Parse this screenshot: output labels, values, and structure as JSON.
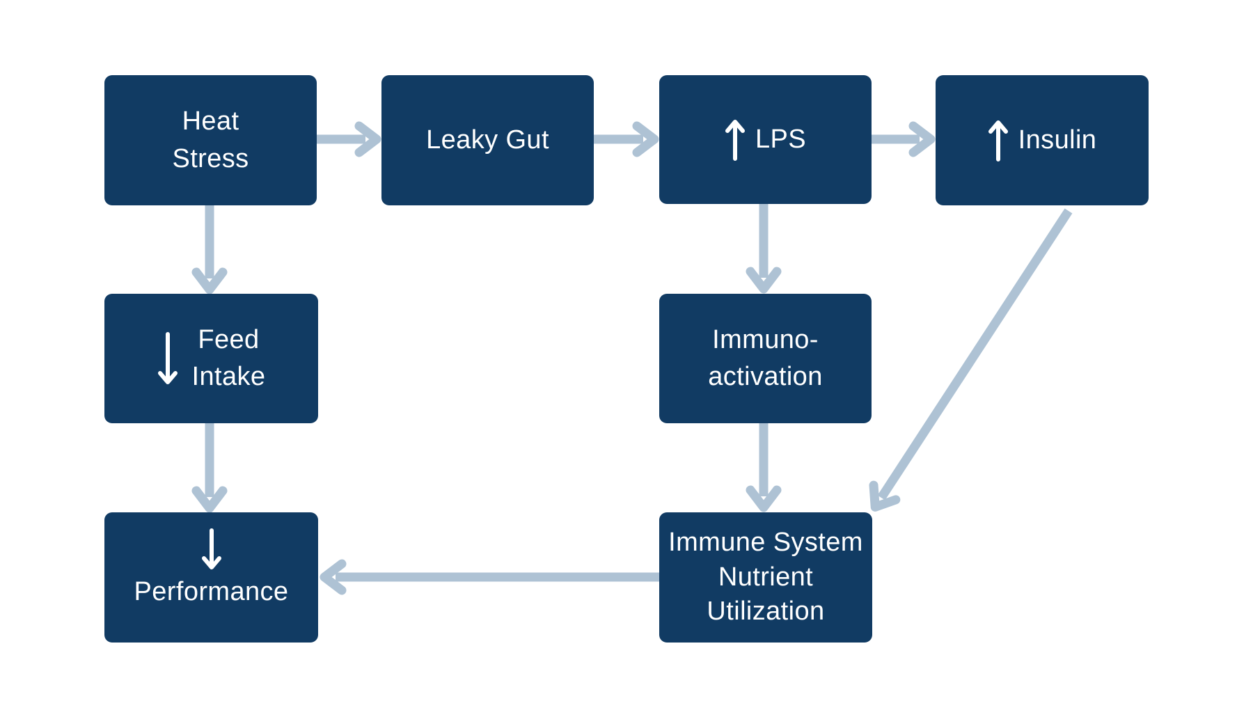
{
  "palette": {
    "box_fill": "#113B63",
    "arrow_color": "#AEC2D4",
    "text_color": "#FFFFFF",
    "background": "#FFFFFF"
  },
  "nodes": {
    "heat_stress": {
      "line1": "Heat",
      "line2": "Stress"
    },
    "leaky_gut": {
      "label": "Leaky Gut"
    },
    "lps": {
      "label": "LPS",
      "glyph": "up-arrow"
    },
    "insulin": {
      "label": "Insulin",
      "glyph": "up-arrow"
    },
    "feed_intake": {
      "line1": "Feed",
      "line2": "Intake",
      "glyph": "down-arrow"
    },
    "immuno_activation": {
      "line1": "Immuno-",
      "line2": "activation"
    },
    "performance": {
      "label": "Performance",
      "glyph": "down-arrow"
    },
    "immune_system": {
      "line1": "Immune System",
      "line2": "Nutrient",
      "line3": "Utilization"
    }
  },
  "edges": [
    {
      "from": "heat_stress",
      "to": "leaky_gut"
    },
    {
      "from": "leaky_gut",
      "to": "lps"
    },
    {
      "from": "lps",
      "to": "insulin"
    },
    {
      "from": "heat_stress",
      "to": "feed_intake"
    },
    {
      "from": "lps",
      "to": "immuno_activation"
    },
    {
      "from": "feed_intake",
      "to": "performance"
    },
    {
      "from": "immuno_activation",
      "to": "immune_system"
    },
    {
      "from": "insulin",
      "to": "immune_system"
    },
    {
      "from": "immune_system",
      "to": "performance"
    }
  ]
}
